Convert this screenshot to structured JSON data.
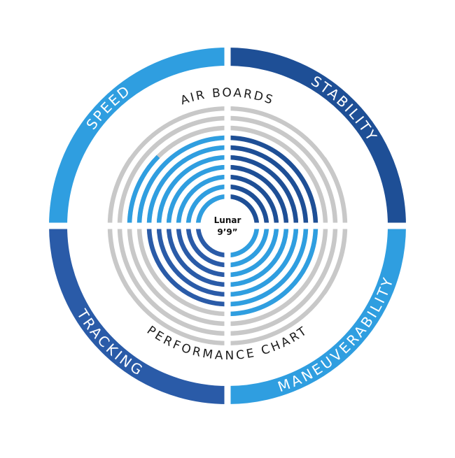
{
  "chart_data": {
    "type": "radial-bar",
    "title": "AIR BOARDS",
    "subtitle": "PERFORMANCE CHART",
    "center_label": [
      "Lunar",
      "9’9”"
    ],
    "scale_max": 10,
    "grid": true,
    "categories": [
      {
        "key": "speed",
        "label": "SPEED",
        "value": 7.5,
        "color": "#2f9ee0",
        "quadrant": "top-left"
      },
      {
        "key": "stability",
        "label": "STABILITY",
        "value": 7,
        "color": "#1e4f96",
        "quadrant": "top-right"
      },
      {
        "key": "maneuverability",
        "label": "MANEUVERABILITY",
        "value": 7,
        "color": "#2f9ee0",
        "quadrant": "bottom-right"
      },
      {
        "key": "tracking",
        "label": "TRACKING",
        "value": 6,
        "color": "#2a5ba8",
        "quadrant": "bottom-left"
      }
    ],
    "track_color": "#c8c8c8"
  }
}
